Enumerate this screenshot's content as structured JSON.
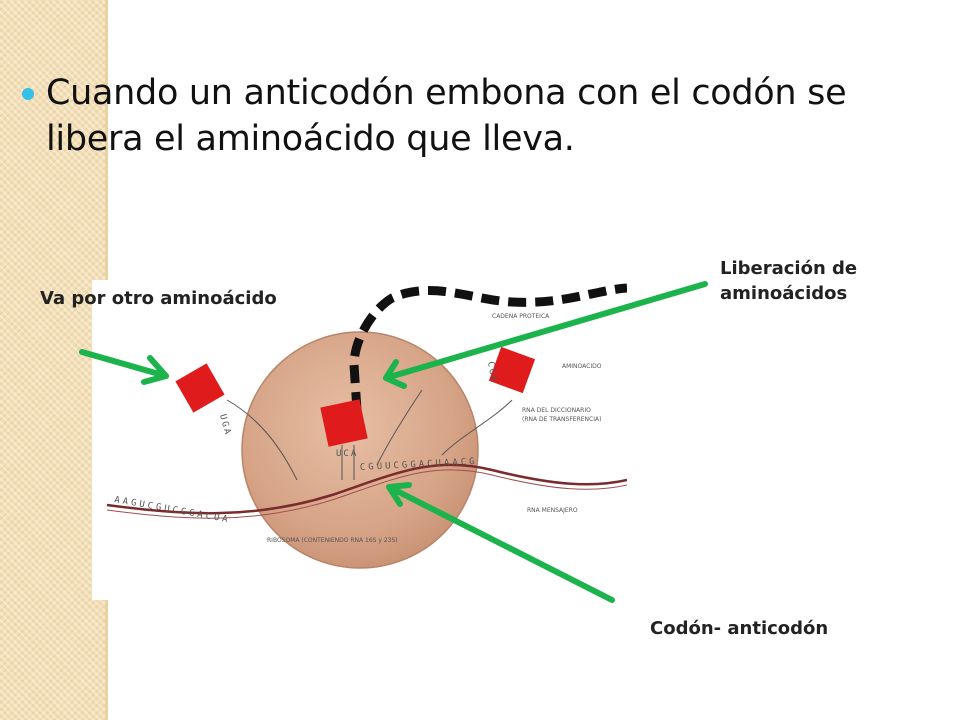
{
  "slide": {
    "bullet": "Cuando un anticodón embona con el codón se libera el aminoácido que lleva."
  },
  "labels": {
    "left": "Va por otro aminoácido",
    "right": "Liberación de aminoácidos",
    "bottom": "Codón- anticodón"
  },
  "figure_labels": {
    "chain": "CADENA PROTEICA",
    "amino": "AMINOACIDO",
    "trna_1": "RNA DEL DICCIONARIO",
    "trna_2": "(RNA DE TRANSFERENCIA)",
    "mrna": "RNA MENSAJERO",
    "ribosome": "RIBOSOMA (CONTENIENDO RNA 16S y 23S)",
    "mrna_left": "AAGUCGUCGGACUA",
    "mrna_right": "CGUUCGGACUAACG",
    "anticodon_left": "UGA",
    "anticodon_mid": "UCA",
    "anticodon_right": "CGA"
  },
  "colors": {
    "arrow": "#1cb34d",
    "box": "#e01b1b",
    "ribosome": "#d9a98c",
    "bullet": "#33c1ec"
  }
}
